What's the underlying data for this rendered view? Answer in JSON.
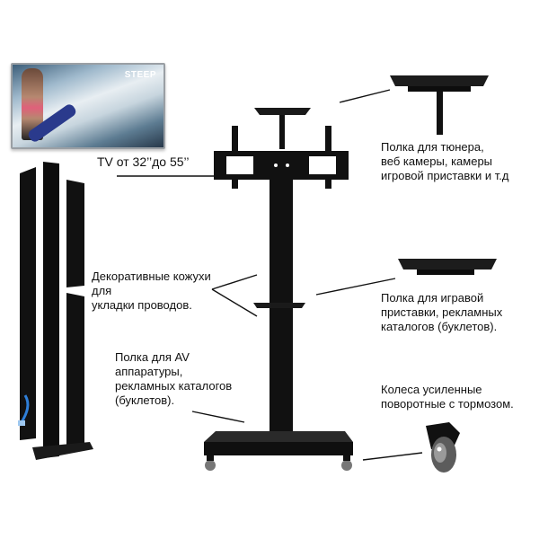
{
  "tv_image": {
    "brand": "STEEP"
  },
  "labels": {
    "tv_size": "TV от 32’’до 55’’",
    "top_shelf": [
      "Полка для тюнера,",
      "веб камеры, камеры",
      "игровой приставки и т.д"
    ],
    "covers": [
      "Декоративные кожухи",
      "для",
      "укладки проводов."
    ],
    "mid_shelf": [
      "Полка для игравой",
      "приставки, рекламных",
      "каталогов (буклетов)."
    ],
    "av_shelf": [
      "Полка для AV",
      "аппаратуры,",
      "рекламных каталогов",
      "(буклетов)."
    ],
    "wheels": [
      "Колеса усиленные",
      "поворотные с тормозом."
    ]
  },
  "colors": {
    "metal": "#111111",
    "metal_highlight": "#3a3a3a",
    "wheel_gray": "#7a7a7a",
    "cable_blue": "#2f7fd8",
    "text": "#111111"
  }
}
